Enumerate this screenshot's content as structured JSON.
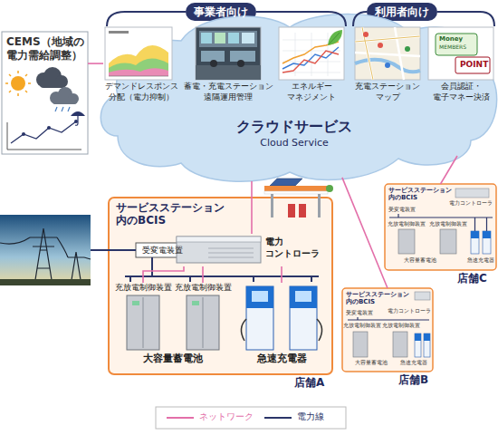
{
  "diagram": {
    "nodes": [
      {
        "text": [
          "CEMS（地域の 電力需給調整）"
        ]
      },
      {
        "text": [
          "事業者向け"
        ]
      },
      {
        "text": [
          "利用者向け"
        ]
      },
      {
        "text": [
          "クラウドサービス",
          "Cloud Service"
        ]
      },
      {
        "text": [
          "デマンドレスポンス 分配（電力抑制）"
        ],
        "in": 3
      },
      {
        "text": [
          "蓄電・充電ステーション 遠隔運用管理"
        ],
        "in": 3
      },
      {
        "text": [
          "エネルギー マネジメント"
        ],
        "in": 3
      },
      {
        "text": [
          "充電ステーション マップ"
        ],
        "in": 3
      },
      {
        "text": [
          "会員認証・ 電子マネー決済"
        ],
        "in": 3
      },
      {
        "text": [
          "サービスステーション 内のBCIS",
          "店舗A"
        ]
      },
      {
        "text": [
          "受変電装置"
        ],
        "in": 9
      },
      {
        "text": [
          "電力 コントローラ"
        ],
        "in": 9
      },
      {
        "text": [
          "大容量蓄電池"
        ],
        "in": 9
      },
      {
        "text": [
          "充放電制御装置"
        ],
        "in": 12
      },
      {
        "text": [
          "充放電制御装置"
        ],
        "in": 12
      },
      {
        "text": [
          "急速充電器"
        ],
        "in": 9
      },
      {
        "text": [
          "サービスステーション 内のBCIS",
          "店舗C"
        ]
      },
      {
        "text": [
          "サービスステーション 内のBCIS",
          "店舗B"
        ]
      }
    ],
    "edges": [
      {
        "from": 0,
        "to": 4,
        "arrow": "none"
      },
      {
        "from": 3,
        "to": 11,
        "arrow": "none"
      },
      {
        "from": 3,
        "to": 16,
        "arrow": "none"
      },
      {
        "from": 3,
        "to": 17,
        "arrow": "none"
      },
      {
        "from": 11,
        "to": 13,
        "arrow": "none"
      },
      {
        "from": 11,
        "to": 14,
        "arrow": "none"
      },
      {
        "from": 11,
        "to": 15,
        "arrow": "none"
      }
    ],
    "labels": [
      "Money",
      "MEMBERS",
      "POINT",
      "電力コントローラ",
      "受変電装置",
      "充放電制御装置",
      "充放電制御装置",
      "大容量蓄電池",
      "急速充電器",
      "電力コントローラ",
      "受変電装置",
      "充放電制御装置",
      "充放電制御装置",
      "大容量蓄電池",
      "急速充電器"
    ],
    "legend": [
      {
        "text": "ネットワーク"
      },
      {
        "text": "電力線"
      }
    ]
  }
}
